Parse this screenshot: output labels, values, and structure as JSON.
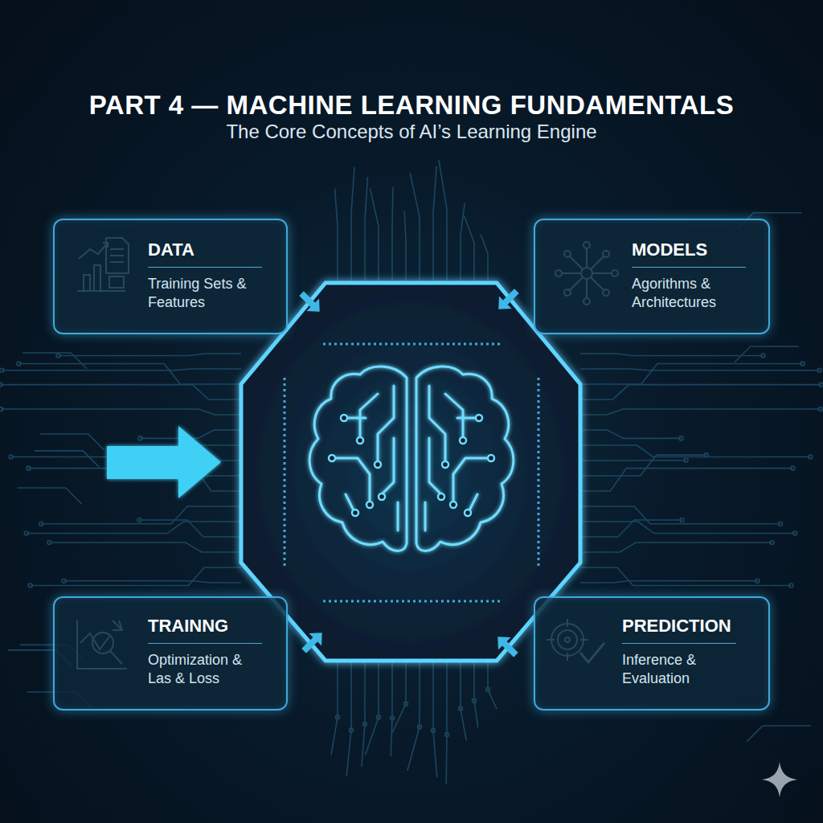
{
  "diagram": {
    "title": "PART 4 — MACHINE LEARNING FUNDAMENTALS",
    "nodes": [
      {
        "text": [
          "DATA",
          "Training Sets & Features"
        ]
      },
      {
        "text": [
          "MODELS",
          "Agorithms & Architectures"
        ]
      },
      {
        "text": [
          "TRAINNG",
          "Optimization & Las & Loss"
        ]
      },
      {
        "text": [
          "PREDICTION",
          "Inference & Evaluation"
        ]
      }
    ],
    "labels": [
      "The Core Concepts of AI’s Learning Engine"
    ]
  }
}
